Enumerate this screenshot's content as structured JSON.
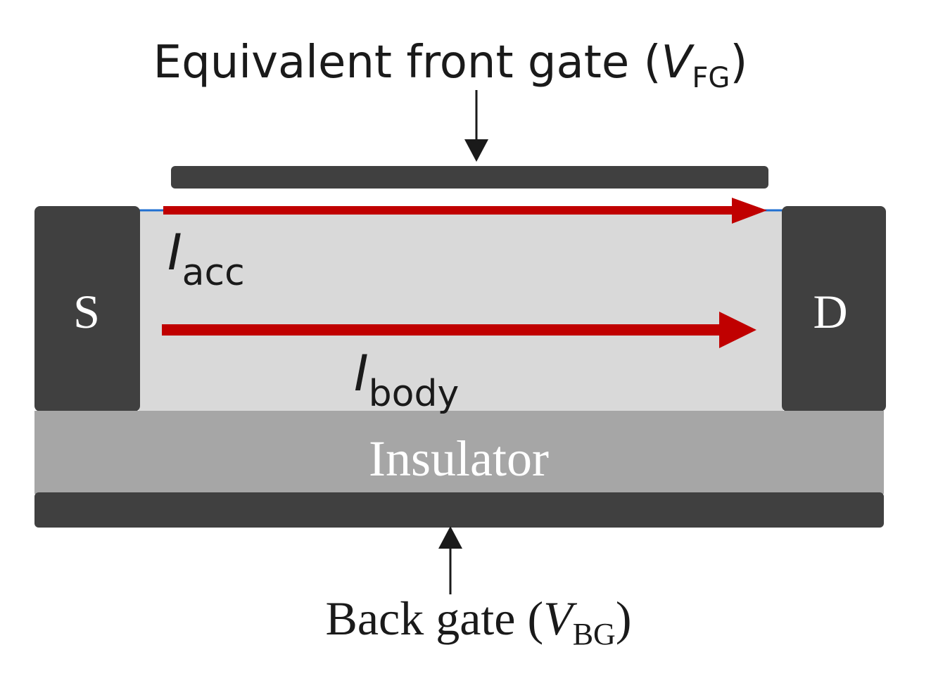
{
  "front_gate": {
    "label": "Equivalent front gate (",
    "var": "V",
    "sub": "FG",
    "close": ")"
  },
  "back_gate": {
    "label": "Back gate (",
    "var": "V",
    "sub": "BG",
    "close": ")"
  },
  "source": {
    "label": "S"
  },
  "drain": {
    "label": "D"
  },
  "insulator": {
    "label": "Insulator"
  },
  "current_acc": {
    "var": "I",
    "sub": "acc"
  },
  "current_body": {
    "var": "I",
    "sub": "body"
  },
  "colors": {
    "electrode": "#404040",
    "channel": "#d9d9d9",
    "insulator": "#a6a6a6",
    "current_arrow": "#c00000",
    "interface_line": "#1f6fd1",
    "text": "#1a1a1a",
    "label_light": "#ffffff"
  }
}
